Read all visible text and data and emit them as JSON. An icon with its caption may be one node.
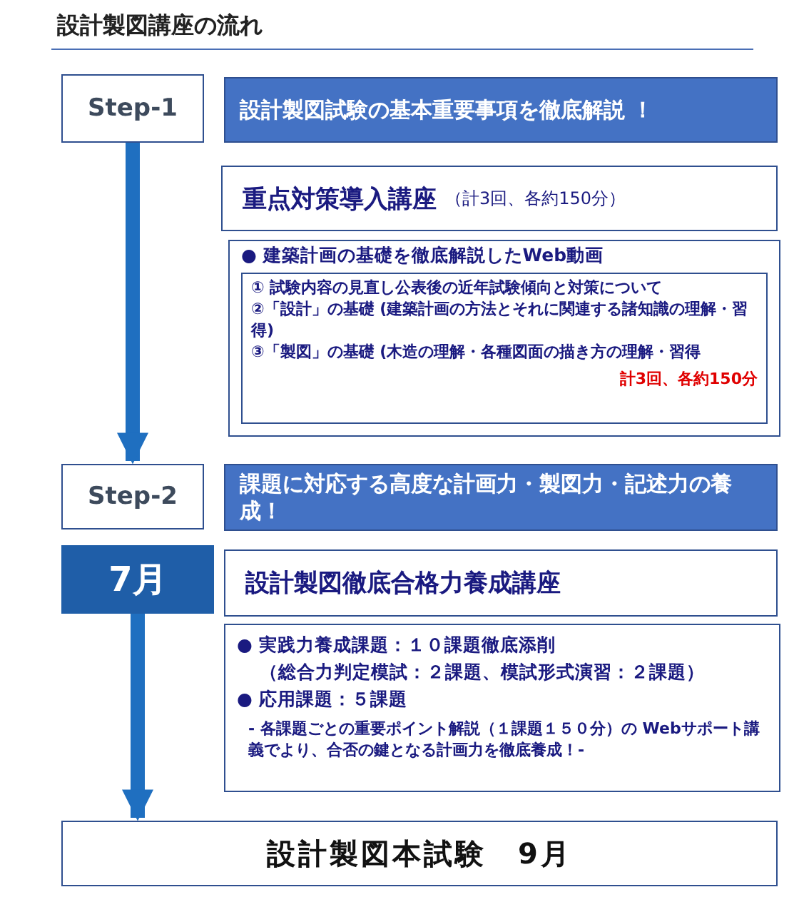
{
  "diagram": {
    "title": "設計製図講座の流れ",
    "nodes": [
      {
        "text": [
          "Step-1"
        ]
      },
      {
        "text": [
          "設計製図試験の基本重要事項を徹底解説 ！"
        ]
      },
      {
        "text": [
          "重点対策導入講座",
          "（計3回、各約150分）"
        ]
      },
      {
        "text": [
          "● 建築計画の基礎を徹底解説したWeb動画"
        ]
      },
      {
        "text": [
          "① 試験内容の見直し公表後の近年試験傾向と対策について",
          "②「設計」の基礎 (建築計画の方法とそれに関連する諸知識の理解・習得)",
          "③「製図」の基礎 (木造の理解・各種図面の描き方の理解・習得",
          "計3回、各約150分"
        ],
        "in": 3
      },
      {
        "text": [
          "Step-2"
        ]
      },
      {
        "text": [
          "課題に対応する高度な計画力・製図力・記述力の養成！"
        ]
      },
      {
        "text": [
          "7月"
        ]
      },
      {
        "text": [
          "設計製図徹底合格力養成講座"
        ]
      },
      {
        "text": [
          "● 実践力養成課題：１０課題徹底添削",
          "（総合力判定模試：２課題、模試形式演習：２課題）",
          "● 応用課題：５課題",
          "- 各課題ごとの**重要ポイント解説（１課題１５０分）**の **Webサポート講義**でより、合否の鍵となる計画力を徹底養成！-"
        ]
      },
      {
        "text": [
          "設計製図本試験　9月"
        ]
      }
    ],
    "edges": [
      {
        "from": 0,
        "to": 5,
        "arrow": "to"
      },
      {
        "from": 7,
        "to": 10,
        "arrow": "to"
      }
    ]
  }
}
